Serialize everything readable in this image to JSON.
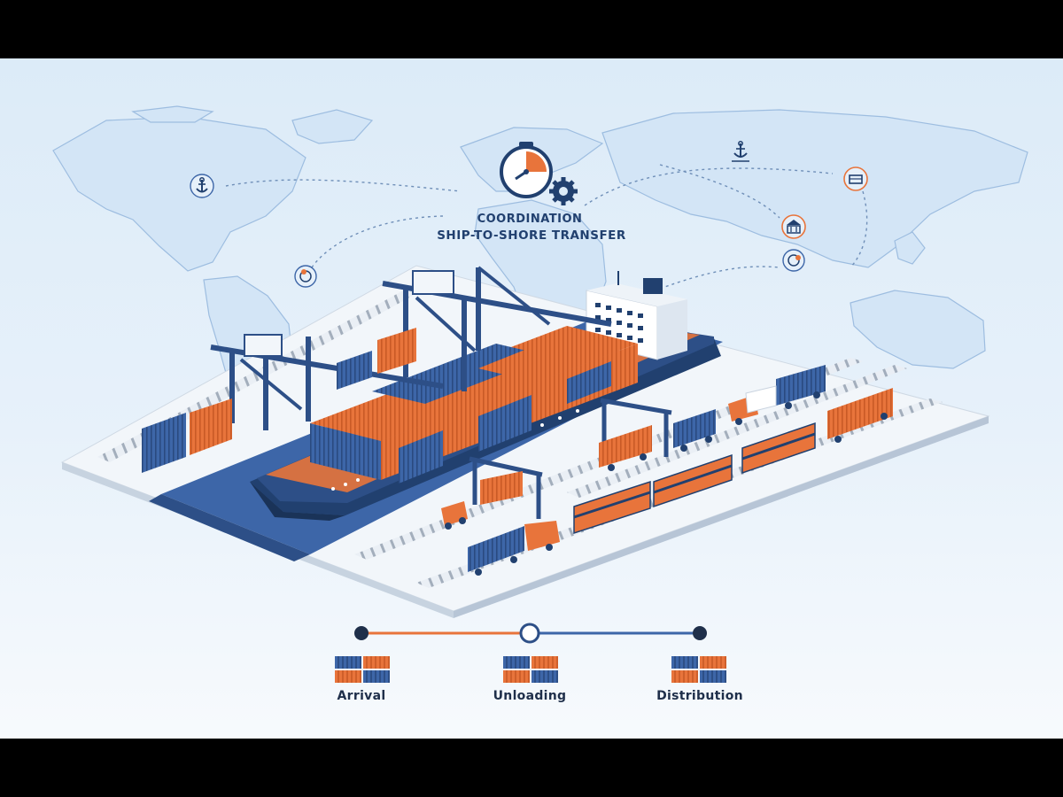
{
  "header": {
    "line1": "COORDINATION",
    "line2": "SHIP-TO-SHORE TRANSFER"
  },
  "timeline": {
    "steps": [
      {
        "label": "Arrival"
      },
      {
        "label": "Unloading"
      },
      {
        "label": "Distribution"
      }
    ],
    "active_step": "Unloading"
  },
  "colors": {
    "navy": "#21406f",
    "blue": "#3d66a8",
    "orange": "#e8743b",
    "sky": "#dcebf8",
    "map_lines": "#9dbde0"
  },
  "icons": [
    "stopwatch-icon",
    "gear-icon",
    "anchor-icon",
    "port-icon",
    "globe-pin-icon",
    "customs-building-icon",
    "ship-to-shore-crane-icon",
    "container-ship-icon",
    "truck-icon",
    "train-icon",
    "container-stack-icon"
  ]
}
